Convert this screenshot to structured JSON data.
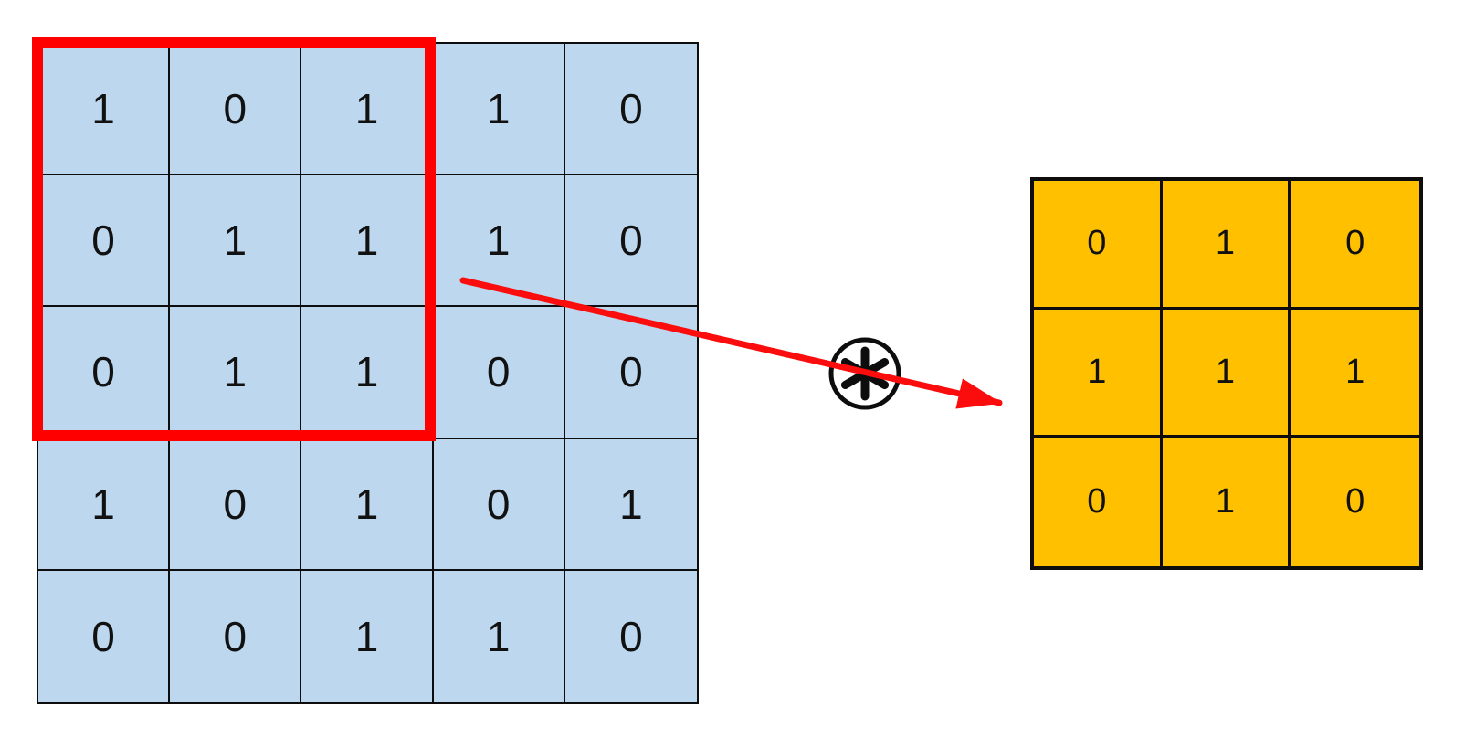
{
  "colors": {
    "background": "#FFFFFF",
    "matrix_fill": "#BDD7EE",
    "kernel_fill": "#FFC000",
    "highlight": "#FF0000",
    "arrow": "#FB0D0D",
    "grid_line": "#0D0D0D",
    "digit": "#111111"
  },
  "input_matrix": {
    "rows": [
      [
        1,
        0,
        1,
        1,
        0
      ],
      [
        0,
        1,
        1,
        1,
        0
      ],
      [
        0,
        1,
        1,
        0,
        0
      ],
      [
        1,
        0,
        1,
        0,
        1
      ],
      [
        0,
        0,
        1,
        1,
        0
      ]
    ]
  },
  "kernel_matrix": {
    "rows": [
      [
        0,
        1,
        0
      ],
      [
        1,
        1,
        1
      ],
      [
        0,
        1,
        0
      ]
    ]
  },
  "operator": {
    "symbol": "∗"
  }
}
